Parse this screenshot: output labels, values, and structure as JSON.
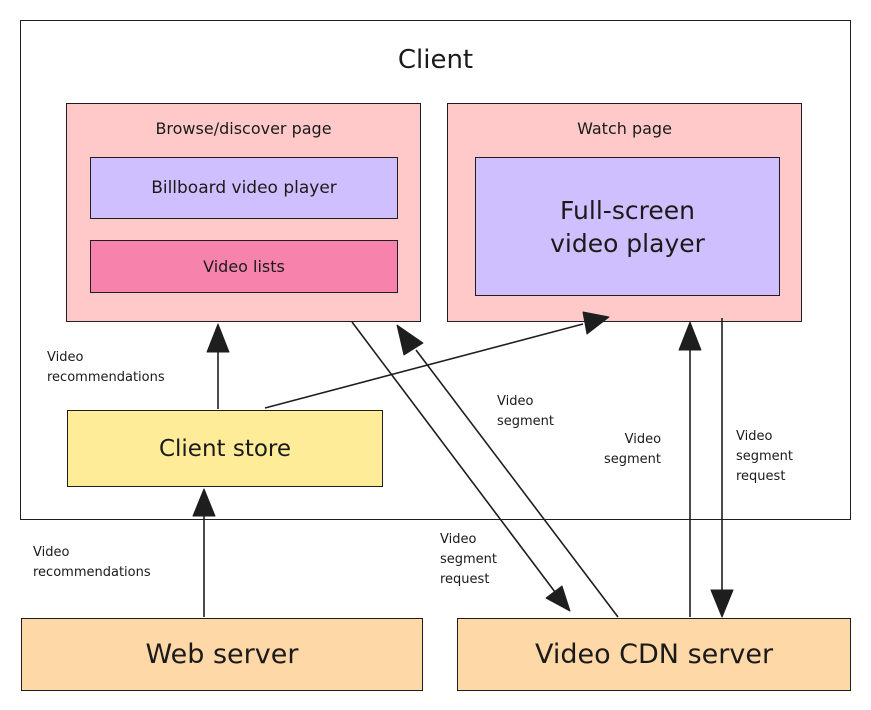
{
  "client": {
    "title": "Client"
  },
  "browse_page": {
    "title": "Browse/discover page",
    "billboard": "Billboard video player",
    "video_lists": "Video lists"
  },
  "watch_page": {
    "title": "Watch page",
    "player": "Full-screen\nvideo player"
  },
  "client_store": {
    "label": "Client store"
  },
  "web_server": {
    "label": "Web server"
  },
  "cdn_server": {
    "label": "Video CDN server"
  },
  "edge_labels": {
    "recs_to_browse": "Video\nrecommendations",
    "recs_to_store": "Video\nrecommendations",
    "segment_to_browse": "Video\nsegment",
    "segment_request_from_browse": "Video\nsegment\nrequest",
    "segment_to_watch": "Video\nsegment",
    "segment_request_from_watch": "Video\nsegment\nrequest"
  },
  "colors": {
    "page_fill": "#ffc9c9",
    "player_fill": "#d0bfff",
    "lists_fill": "#f783ac",
    "store_fill": "#ffec99",
    "server_fill": "#ffd8a8"
  }
}
